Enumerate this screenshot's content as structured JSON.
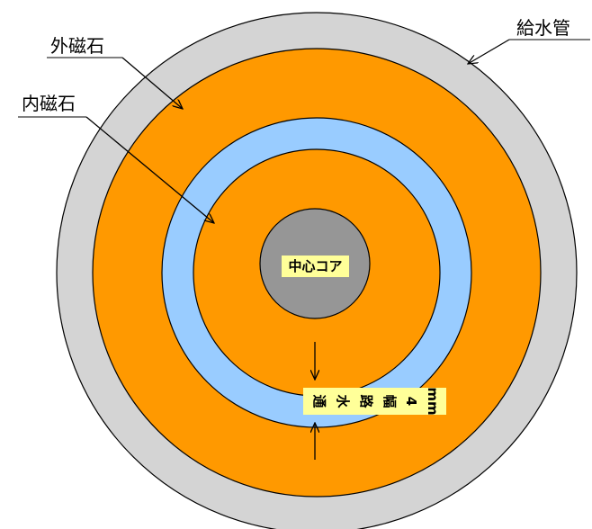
{
  "labels": {
    "outer_magnet": "外磁石",
    "inner_magnet": "内磁石",
    "water_pipe": "給水管",
    "center_core": "中心コア",
    "channel_width_chars": [
      "通",
      "水",
      "路",
      "幅",
      "4",
      "mm"
    ]
  },
  "colors": {
    "pipe": "#d4d4d4",
    "magnet": "#ff9900",
    "water_channel": "#99ccff",
    "core": "#969696",
    "label_highlight": "#ffff99",
    "outline": "#000000"
  }
}
